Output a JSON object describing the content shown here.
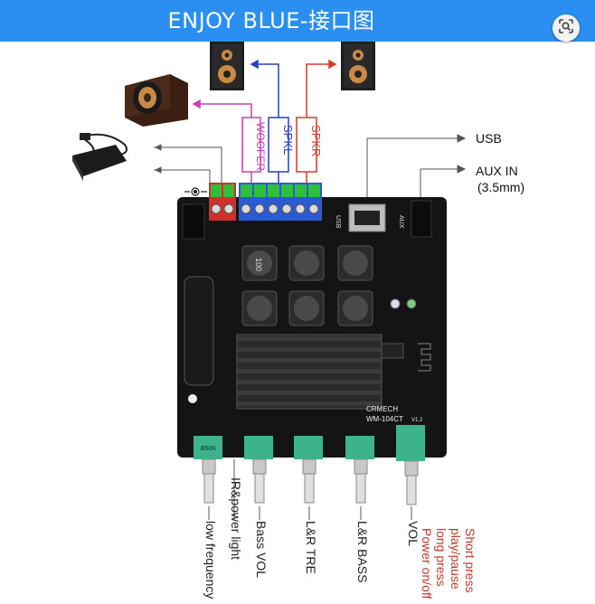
{
  "header": {
    "title": "ENJOY BLUE-接口图",
    "background": "#2a8ff0",
    "lens_icon": "google-lens-icon"
  },
  "diagram": {
    "right_labels": {
      "usb": "USB",
      "aux_in": "AUX IN",
      "aux_size": "(3.5mm)"
    },
    "channel_labels": {
      "woofer": "WOOFER",
      "spkl": "SPKL",
      "spkr": "SPKR"
    },
    "channel_colors": {
      "woofer": "#cc3fb5",
      "spkl": "#2a3fc6",
      "spkr": "#d63a2a"
    },
    "board": {
      "brand": "CRMECH",
      "model": "WM-104CT",
      "version": "V1.2",
      "usb_silk": "USB",
      "aux_silk": "AUX",
      "pot_marking": "B50K",
      "inductor_marking": "100"
    },
    "bottom_labels": [
      {
        "text": "low frequency",
        "color": "#222222"
      },
      {
        "text": "IR&power light",
        "color": "#222222"
      },
      {
        "text": "Bass VOL",
        "color": "#222222"
      },
      {
        "text": "L&R TRE",
        "color": "#222222"
      },
      {
        "text": "L&R BASS",
        "color": "#222222"
      },
      {
        "text": "VOL",
        "color": "#222222"
      }
    ],
    "button_notes": [
      "Short press",
      "play/pause",
      "long press",
      "Power on/off"
    ],
    "button_notes_color": "#c0392b"
  }
}
